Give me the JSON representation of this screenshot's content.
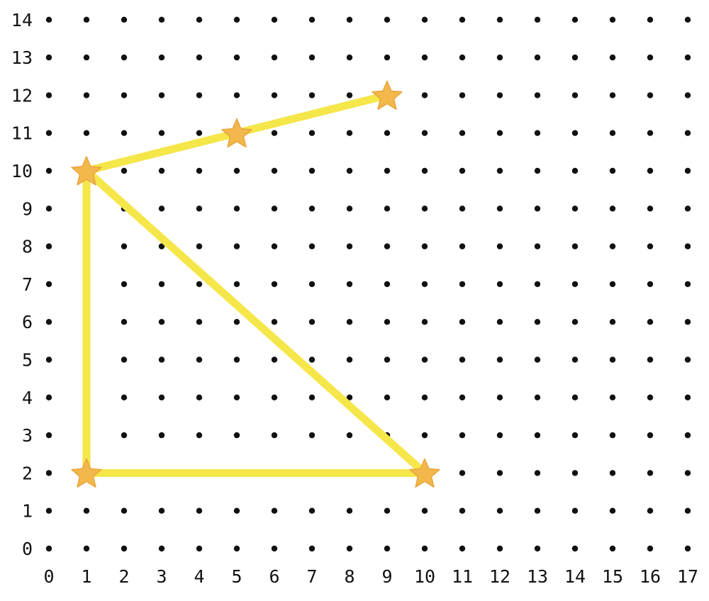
{
  "grid": {
    "x_labels": [
      "0",
      "1",
      "2",
      "3",
      "4",
      "5",
      "6",
      "7",
      "8",
      "9",
      "10",
      "11",
      "12",
      "13",
      "14",
      "15",
      "16",
      "17"
    ],
    "y_labels": [
      "0",
      "1",
      "2",
      "3",
      "4",
      "5",
      "6",
      "7",
      "8",
      "9",
      "10",
      "11",
      "12",
      "13",
      "14"
    ],
    "dot_color": "#111111"
  },
  "figure": {
    "line_color": "#f5e64a",
    "star_color": "#f2b84b",
    "star_edge_color": "#e9a43a",
    "points": [
      {
        "x": 9,
        "y": 12
      },
      {
        "x": 5,
        "y": 11
      },
      {
        "x": 1,
        "y": 10
      },
      {
        "x": 1,
        "y": 2
      },
      {
        "x": 10,
        "y": 2
      }
    ],
    "segments": [
      [
        {
          "x": 1,
          "y": 10
        },
        {
          "x": 9,
          "y": 12
        }
      ],
      [
        {
          "x": 1,
          "y": 10
        },
        {
          "x": 1,
          "y": 2
        }
      ],
      [
        {
          "x": 1,
          "y": 2
        },
        {
          "x": 10,
          "y": 2
        }
      ],
      [
        {
          "x": 10,
          "y": 2
        },
        {
          "x": 1,
          "y": 10
        }
      ]
    ]
  }
}
